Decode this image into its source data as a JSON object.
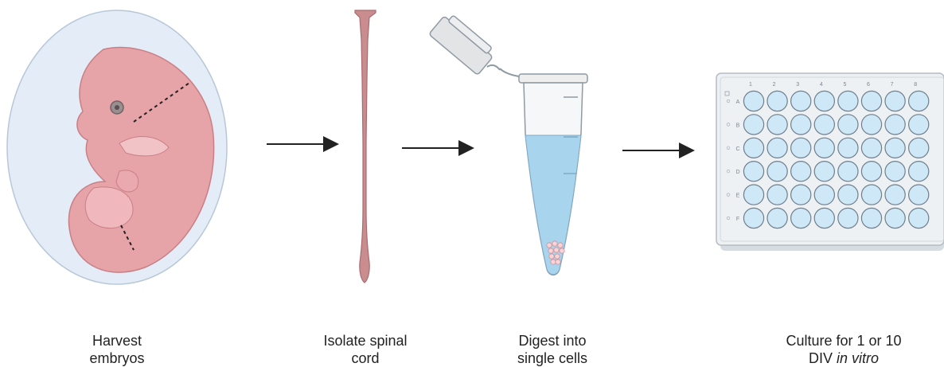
{
  "steps": [
    {
      "line1": "Harvest",
      "line2": "embryos"
    },
    {
      "line1": "Isolate spinal",
      "line2": "cord"
    },
    {
      "line1": "Digest into",
      "line2": "single cells"
    },
    {
      "line1": "Culture for 1 or 10",
      "line2_plain": "DIV ",
      "line2_italic": "in vitro"
    }
  ],
  "plate": {
    "columns": [
      "1",
      "2",
      "3",
      "4",
      "5",
      "6",
      "7",
      "8"
    ],
    "rows": [
      "A",
      "B",
      "C",
      "D",
      "E",
      "F"
    ]
  },
  "colors": {
    "embryo": "#e6a3a8",
    "embryo_dark": "#c97f86",
    "dish": "#e4edf7",
    "spinal_cord": "#c98c8f",
    "tube_liquid": "#a9d4ee",
    "plate_well": "#cfe8f7",
    "plate_body": "#eef1f4"
  }
}
